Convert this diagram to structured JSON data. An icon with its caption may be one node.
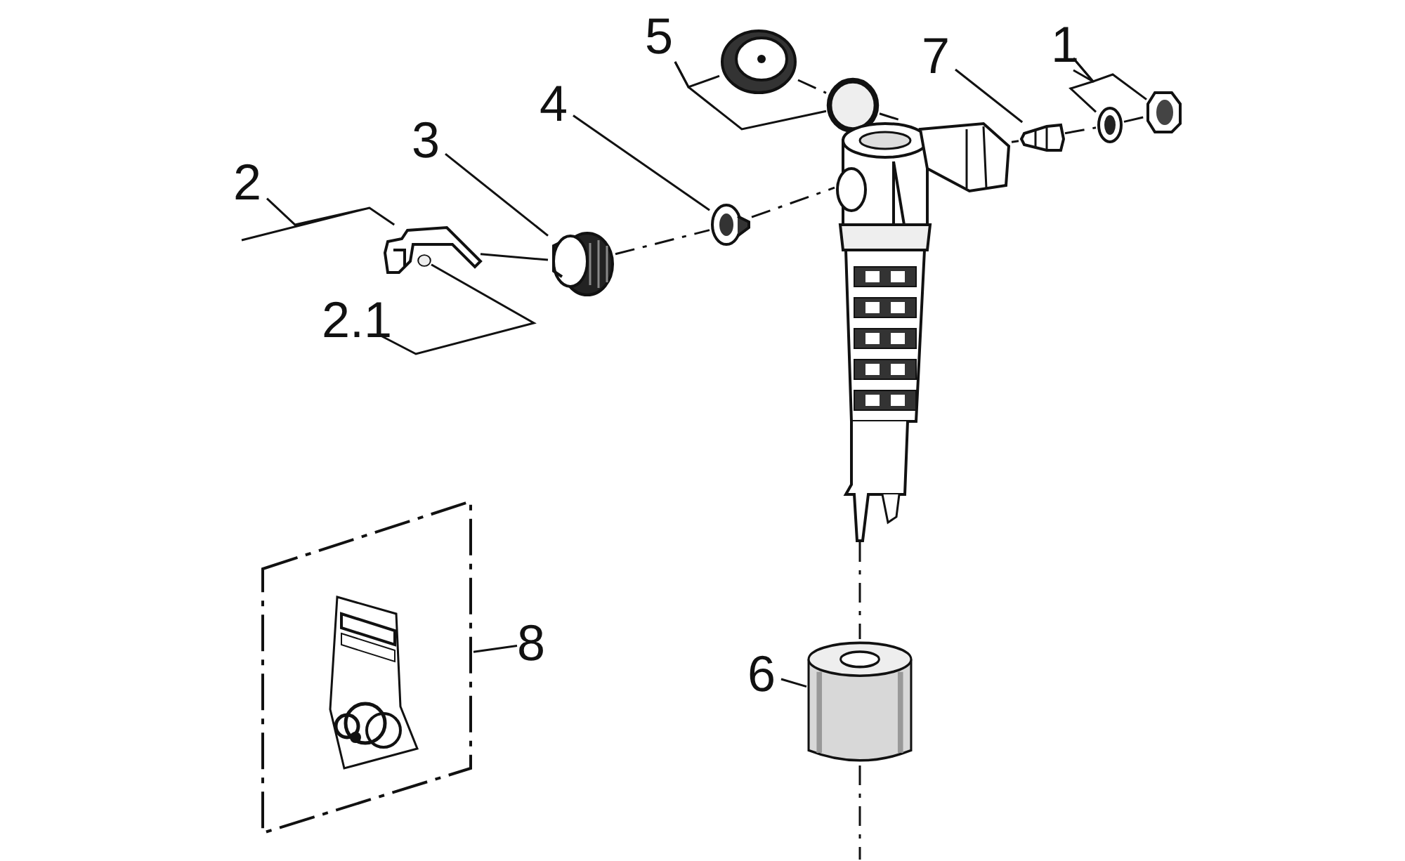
{
  "diagram": {
    "nodes": [
      {
        "text": [
          "2"
        ]
      },
      {
        "text": [
          "3"
        ]
      },
      {
        "text": [
          "4"
        ]
      },
      {
        "text": [
          "5"
        ]
      },
      {
        "text": [
          "7"
        ]
      },
      {
        "text": [
          "1"
        ]
      },
      {
        "text": [
          "2.1"
        ]
      },
      {
        "text": [
          "8"
        ]
      },
      {
        "text": [
          "6"
        ]
      },
      {
        "text": [],
        "shape": "picture"
      },
      {
        "text": [],
        "shape": "circle"
      },
      {
        "text": [],
        "shape": "picture"
      },
      {
        "text": [],
        "shape": "picture"
      },
      {
        "text": [],
        "shape": "picture"
      },
      {
        "text": [],
        "shape": "circle"
      },
      {
        "text": [],
        "shape": "picture"
      },
      {
        "text": [],
        "shape": "picture"
      },
      {
        "text": [],
        "shape": "picture"
      },
      {
        "text": [],
        "shape": "picture"
      },
      {
        "text": [],
        "shape": "cylinder"
      },
      {
        "text": [],
        "shape": "picture"
      }
    ],
    "edges": [
      {
        "from": 0,
        "to": 9,
        "arrow": "none"
      },
      {
        "from": 6,
        "to": 10,
        "arrow": "none"
      },
      {
        "from": 1,
        "to": 11,
        "arrow": "none"
      },
      {
        "from": 2,
        "to": 12,
        "arrow": "none"
      },
      {
        "from": 3,
        "to": 13,
        "arrow": "none"
      },
      {
        "from": 3,
        "to": 14,
        "arrow": "none"
      },
      {
        "from": 4,
        "to": 15,
        "arrow": "none"
      },
      {
        "from": 5,
        "to": 16,
        "arrow": "none"
      },
      {
        "from": 5,
        "to": 17,
        "arrow": "none"
      },
      {
        "from": 7,
        "to": 18,
        "arrow": "none"
      },
      {
        "from": 8,
        "to": 19,
        "arrow": "none"
      },
      {
        "from": 9,
        "to": 11,
        "arrow": "none"
      },
      {
        "from": 11,
        "to": 12,
        "arrow": "none",
        "style": "dashed"
      },
      {
        "from": 12,
        "to": 20,
        "arrow": "none",
        "style": "dashed"
      },
      {
        "from": 13,
        "to": 14,
        "arrow": "none",
        "style": "dashed"
      },
      {
        "from": 14,
        "to": 20,
        "arrow": "none",
        "style": "dashed"
      },
      {
        "from": 20,
        "to": 15,
        "arrow": "none",
        "style": "dashed"
      },
      {
        "from": 15,
        "to": 16,
        "arrow": "none",
        "style": "dashed"
      },
      {
        "from": 16,
        "to": 17,
        "arrow": "none",
        "style": "dashed"
      },
      {
        "from": 20,
        "to": 19,
        "arrow": "none",
        "style": "dashed"
      },
      {
        "from": 19,
        "to": null,
        "arrow": "none",
        "style": "dashed"
      }
    ]
  }
}
